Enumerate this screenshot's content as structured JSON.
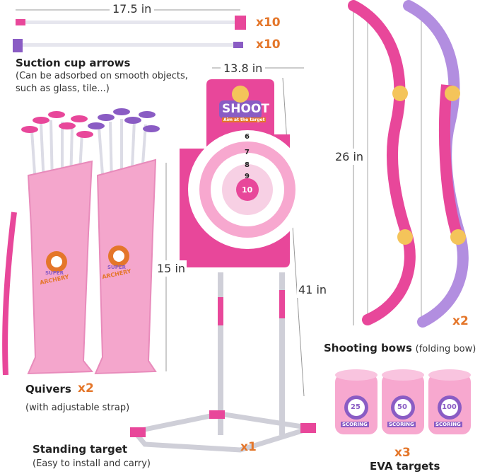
{
  "dimensions": {
    "arrow_length": "17.5 in",
    "target_width": "13.8 in",
    "bow_length": "26 in",
    "quiver_height": "15 in",
    "stand_height": "41 in"
  },
  "arrows": {
    "title": "Suction cup arrows",
    "desc_line1": "(Can be adsorbed on smooth objects,",
    "desc_line2": "such as glass, tile...)",
    "qty_pink": "x10",
    "qty_purple": "x10"
  },
  "quivers": {
    "title": "Quivers",
    "qty": "x2",
    "desc": "(with adjustable strap)",
    "logo_line1": "SUPER",
    "logo_line2": "ARCHERY"
  },
  "target": {
    "title": "Standing target",
    "desc": "(Easy to install and carry)",
    "qty": "x1",
    "banner": "SHOOT",
    "banner_sub": "Aim at the target",
    "center_score": "10",
    "ring_9": "9",
    "ring_8": "8",
    "ring_7": "7",
    "ring_6": "6"
  },
  "bows": {
    "title": "Shooting bows",
    "desc": "(folding bow)",
    "qty": "x2"
  },
  "eva": {
    "title": "EVA targets",
    "qty": "x3",
    "scores": [
      "25",
      "50",
      "100"
    ],
    "label": "SCORING"
  },
  "colors": {
    "pink": "#e8479a",
    "light_pink": "#f7a8cf",
    "purple": "#8a5cc4",
    "accent": "#e4762a"
  }
}
